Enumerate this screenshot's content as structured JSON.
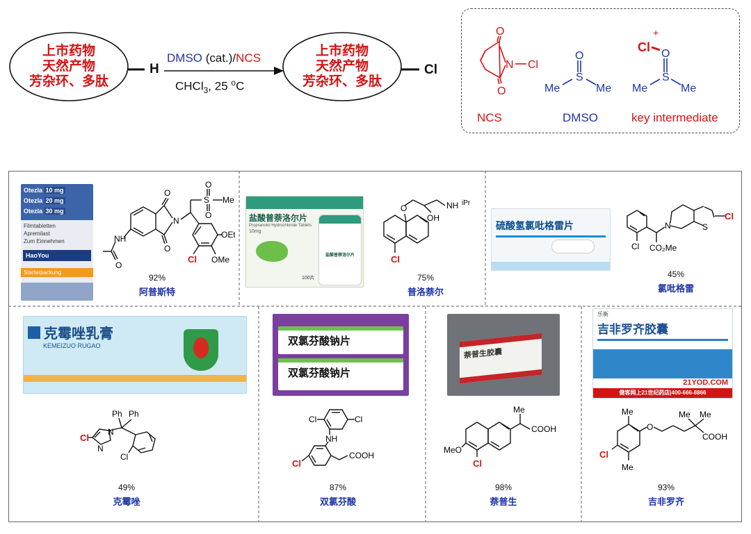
{
  "reaction": {
    "substrate_lines": [
      "上市药物",
      "天然产物",
      "芳杂环、多肽"
    ],
    "product_lines": [
      "上市药物",
      "天然产物",
      "芳杂环、多肽"
    ],
    "h_label": "H",
    "cl_label": "Cl",
    "reagent_dmso": "DMSO",
    "reagent_cat": " (cat.)/",
    "reagent_ncs": "NCS",
    "cond_chcl": "CHCl",
    "cond_sub": "3",
    "cond_temp": ", 25 ",
    "cond_sup": "o",
    "cond_unit": "C"
  },
  "reagents_box": {
    "ncs_label": "NCS",
    "dmso_label": "DMSO",
    "key_label": "key intermediate",
    "atoms": {
      "O": "O",
      "N": "N",
      "Cl": "Cl",
      "S": "S",
      "Me": "Me",
      "plus": "+"
    }
  },
  "products": [
    {
      "yield": "92%",
      "name": "阿普斯特",
      "labels": {
        "o1": "O",
        "o2": "O",
        "so_o1": "O",
        "so_o2": "O",
        "s": "S",
        "me": "Me",
        "n": "N",
        "nh": "NH",
        "ac_o": "O",
        "cl": "Cl",
        "oet": "OEt",
        "ome": "OMe"
      },
      "box": {
        "brand1": "Otezla",
        "dose1": "10 mg",
        "brand2": "Otezla",
        "dose2": "20 mg",
        "brand3": "Otezla",
        "dose3": "30 mg",
        "line1": "Filmtabletten",
        "line2": "Apremilast",
        "line3": "Zum Einnehmen",
        "logo": "HaoYou",
        "pack": "Starterpackung"
      }
    },
    {
      "yield": "75%",
      "name": "普洛萘尔",
      "labels": {
        "o": "O",
        "oh": "OH",
        "nh": "NH",
        "ipr": "iPr",
        "cl": "Cl"
      },
      "box": {
        "title": "盐酸普萘洛尔片",
        "subtitle": "Propranolol Hydrochloride Tablets",
        "dose": "10mg",
        "bottle_label": "盐酸普萘洛尔片",
        "count": "100片"
      }
    },
    {
      "yield": "45%",
      "name": "氯吡格雷",
      "labels": {
        "n": "N",
        "s": "S",
        "cl": "Cl",
        "cl2": "Cl",
        "co2me": "CO₂Me"
      },
      "box": {
        "title": "硫酸氢氯吡格雷片"
      }
    },
    {
      "yield": "49%",
      "name": "克霉唑",
      "labels": {
        "ph1": "Ph",
        "ph2": "Ph",
        "n1": "N",
        "n2": "N",
        "cl": "Cl",
        "cl2": "Cl"
      },
      "box": {
        "title": "克霉唑乳膏",
        "pinyin": "KEMEIZUO RUGAO"
      }
    },
    {
      "yield": "87%",
      "name": "双氯芬酸",
      "labels": {
        "cl1": "Cl",
        "cl2": "Cl",
        "nh": "NH",
        "cl3": "Cl",
        "cooh": "COOH"
      },
      "box": {
        "title1": "双氯芬酸钠片",
        "title2": "双氯芬酸钠片"
      }
    },
    {
      "yield": "98%",
      "name": "萘普生",
      "labels": {
        "me": "Me",
        "cooh": "COOH",
        "meo": "MeO",
        "cl": "Cl"
      },
      "box": {
        "title": "萘普生胶囊"
      }
    },
    {
      "yield": "93%",
      "name": "吉非罗齐",
      "labels": {
        "me1": "Me",
        "me2": "Me",
        "me3": "Me",
        "me4": "Me",
        "o": "O",
        "cl": "Cl",
        "cooh": "COOH"
      },
      "box": {
        "brand": "乐衡",
        "title": "吉非罗齐胶囊",
        "site": "21YOD.COM",
        "footer": "健客网上21世纪药店|400-666-8866"
      }
    }
  ],
  "colors": {
    "red": "#d21414",
    "blue": "#1f35a8",
    "black": "#111111",
    "dashed_border": "#444444"
  }
}
